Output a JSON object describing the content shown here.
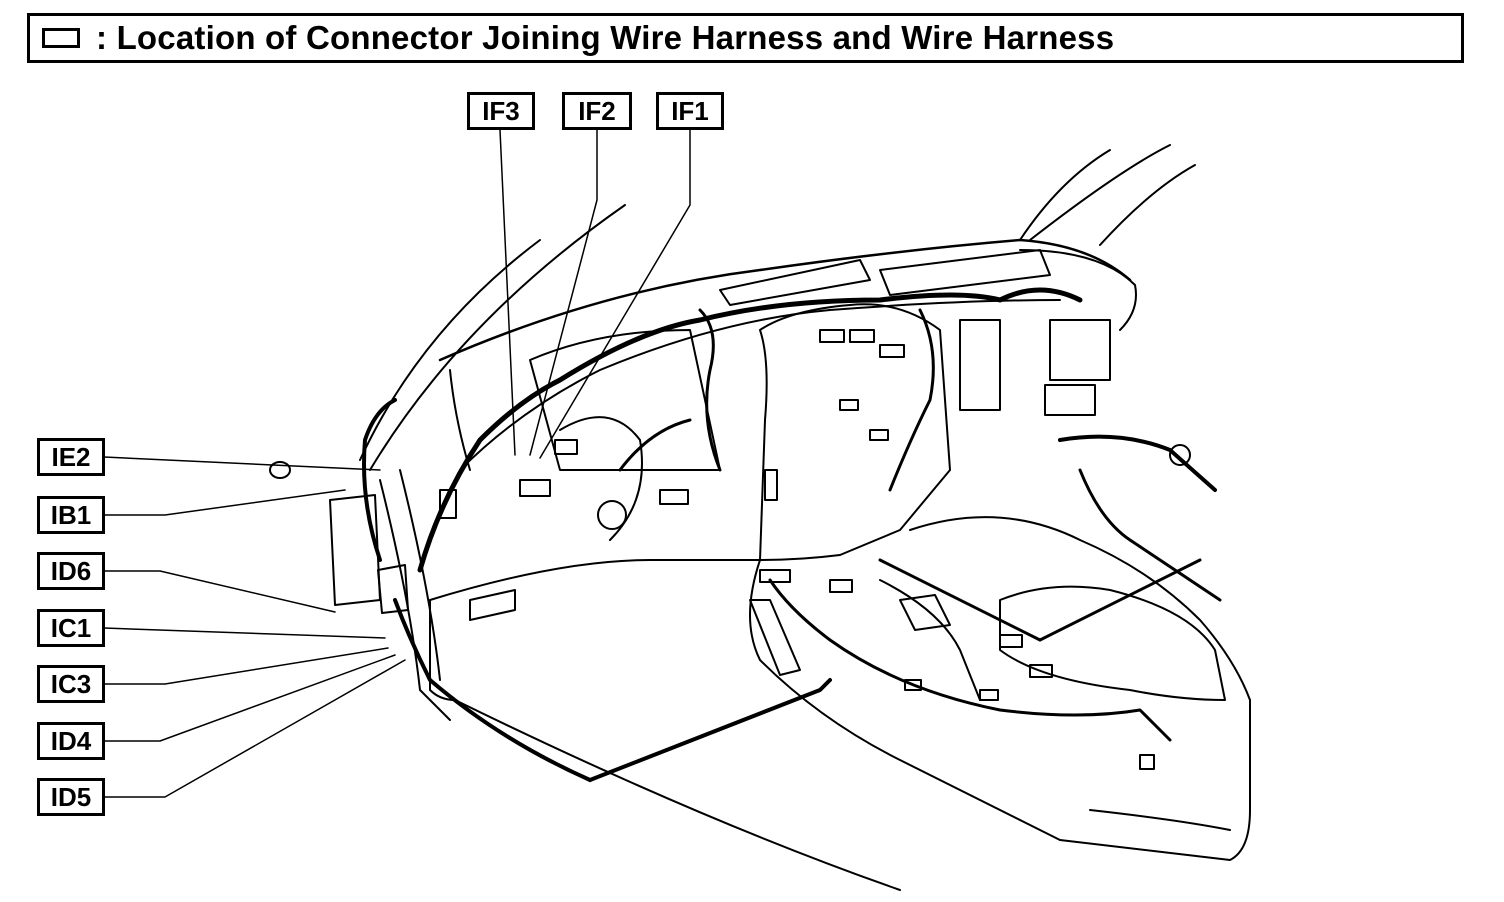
{
  "title": {
    "prefix": ":",
    "text": "Location of Connector Joining Wire Harness and Wire Harness"
  },
  "connectors": {
    "IF3": "IF3",
    "IF2": "IF2",
    "IF1": "IF1",
    "IE2": "IE2",
    "IB1": "IB1",
    "ID6": "ID6",
    "IC1": "IC1",
    "IC3": "IC3",
    "ID4": "ID4",
    "ID5": "ID5"
  }
}
